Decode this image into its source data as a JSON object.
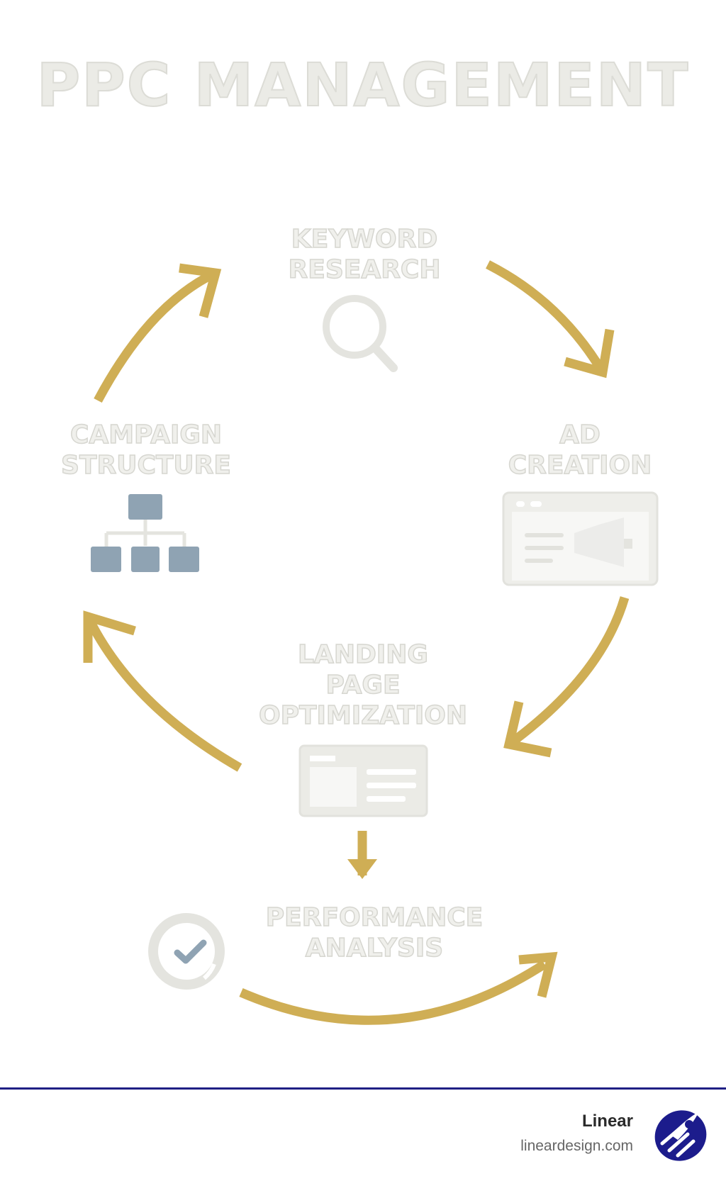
{
  "title": "PPC MANAGEMENT",
  "steps": [
    {
      "lines": [
        "KEYWORD",
        "RESEARCH"
      ],
      "icon": "search-icon"
    },
    {
      "lines": [
        "AD",
        "CREATION"
      ],
      "icon": "browser-megaphone-icon"
    },
    {
      "lines": [
        "LANDING",
        "PAGE",
        "OPTIMIZATION"
      ],
      "icon": "landing-page-icon"
    },
    {
      "lines": [
        "PERFORMANCE",
        "ANALYSIS"
      ],
      "icon": "check-circle-icon"
    },
    {
      "lines": [
        "CAMPAIGN",
        "STRUCTURE"
      ],
      "icon": "hierarchy-icon"
    }
  ],
  "footer": {
    "brand": "Linear",
    "url": "lineardesign.com",
    "logo_icon": "rocket-logo-icon"
  },
  "colors": {
    "arrow": "#cfae55",
    "label": "#f0f0ec",
    "icon_light": "#e4e4df",
    "icon_blue": "#8fa3b3",
    "rule": "#1f1f84",
    "logo": "#1c1c8c"
  }
}
